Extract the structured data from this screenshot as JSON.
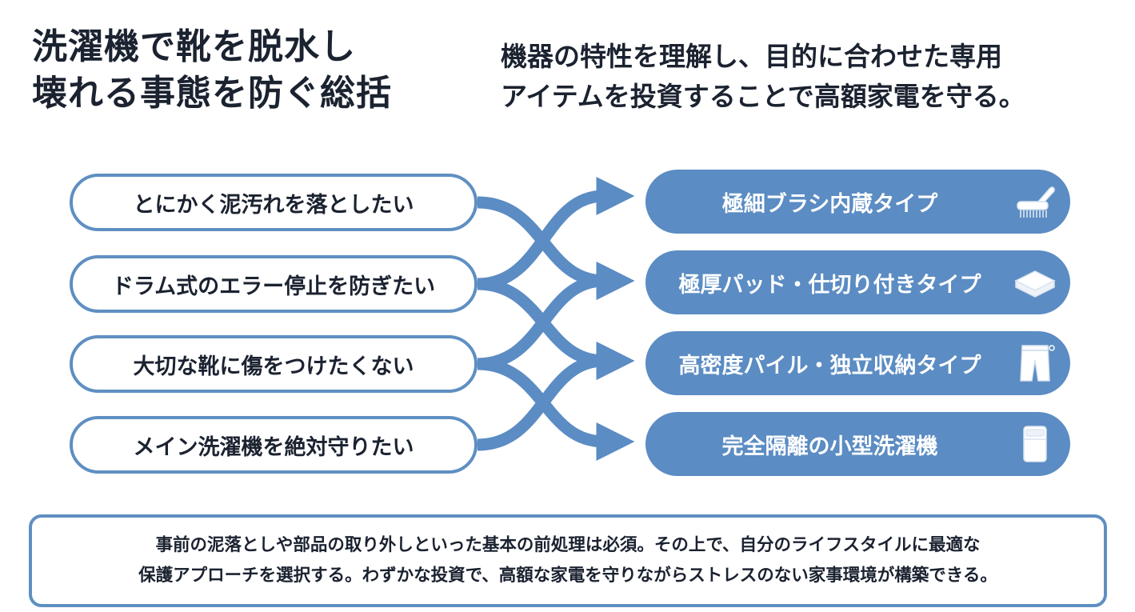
{
  "title": {
    "line1": "洗濯機で靴を脱水し",
    "line2": "壊れる事態を防ぐ総括"
  },
  "subtitle": {
    "line1": "機器の特性を理解し、目的に合わせた専用",
    "line2": "アイテムを投資することで高額家電を守る。"
  },
  "needs": [
    "とにかく泥汚れを落としたい",
    "ドラム式のエラー停止を防ぎたい",
    "大切な靴に傷をつけたくない",
    "メイン洗濯機を絶対守りたい"
  ],
  "solutions": [
    {
      "label": "極細ブラシ内蔵タイプ",
      "icon": "brush-icon"
    },
    {
      "label": "極厚パッド・仕切り付きタイプ",
      "icon": "pad-icon"
    },
    {
      "label": "高密度パイル・独立収納タイプ",
      "icon": "pouch-icon"
    },
    {
      "label": "完全隔離の小型洗濯機",
      "icon": "mini-washer-icon"
    }
  ],
  "summary": {
    "line1": "事前の泥落としや部品の取り外しといった基本の前処理は必須。その上で、自分のライフスタイルに最適な",
    "line2": "保護アプローチを選択する。わずかな投資で、高額な家電を守りながらストレスのない家事環境が構築できる。"
  },
  "colors": {
    "accent": "#5b8cc3",
    "outline": "#5f8fc2",
    "text": "#1b2230"
  }
}
